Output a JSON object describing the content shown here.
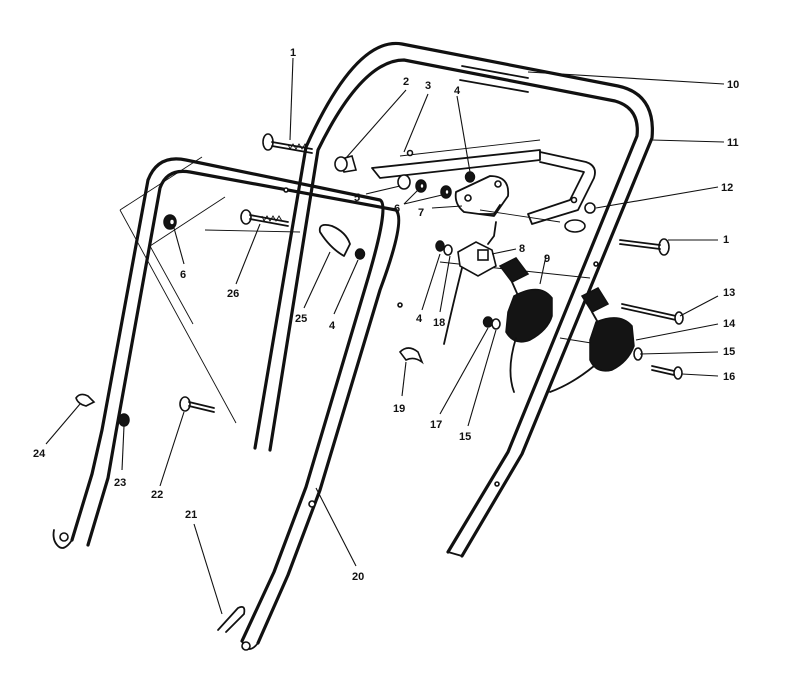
{
  "callouts": [
    {
      "id": "c1a",
      "text": "1"
    },
    {
      "id": "c2",
      "text": "2"
    },
    {
      "id": "c3",
      "text": "3"
    },
    {
      "id": "c4a",
      "text": "4"
    },
    {
      "id": "c10",
      "text": "10"
    },
    {
      "id": "c11",
      "text": "11"
    },
    {
      "id": "c5",
      "text": "5"
    },
    {
      "id": "c6a",
      "text": "6"
    },
    {
      "id": "c7",
      "text": "7"
    },
    {
      "id": "c12",
      "text": "12"
    },
    {
      "id": "c1b",
      "text": "1"
    },
    {
      "id": "c8",
      "text": "8"
    },
    {
      "id": "c9",
      "text": "9"
    },
    {
      "id": "c6b",
      "text": "6"
    },
    {
      "id": "c26",
      "text": "26"
    },
    {
      "id": "c25",
      "text": "25"
    },
    {
      "id": "c4b",
      "text": "4"
    },
    {
      "id": "c4c",
      "text": "4"
    },
    {
      "id": "c18",
      "text": "18"
    },
    {
      "id": "c13",
      "text": "13"
    },
    {
      "id": "c14",
      "text": "14"
    },
    {
      "id": "c15a",
      "text": "15"
    },
    {
      "id": "c16",
      "text": "16"
    },
    {
      "id": "c19",
      "text": "19"
    },
    {
      "id": "c17",
      "text": "17"
    },
    {
      "id": "c15b",
      "text": "15"
    },
    {
      "id": "c24",
      "text": "24"
    },
    {
      "id": "c23",
      "text": "23"
    },
    {
      "id": "c22",
      "text": "22"
    },
    {
      "id": "c21",
      "text": "21"
    },
    {
      "id": "c20",
      "text": "20"
    }
  ]
}
